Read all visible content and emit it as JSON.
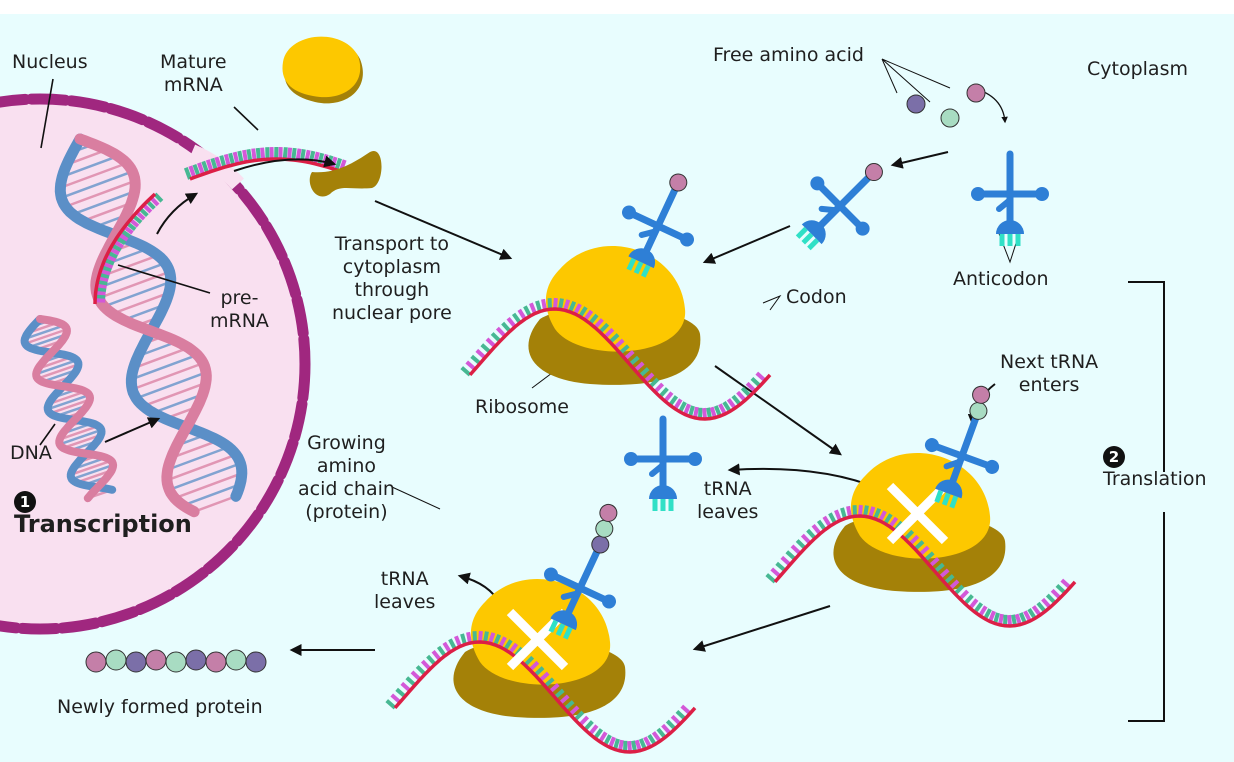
{
  "title": "Protein synthesis: transcription and translation",
  "colors": {
    "background": "#e8fdfe",
    "nucleus_fill": "#f9e0f0",
    "nuclear_envelope": "#a0277f",
    "dna_blue": "#5b8fc7",
    "dna_pink": "#d97ea0",
    "mrna_backbone": "#dc1f46",
    "base_green": "#47b893",
    "base_magenta": "#d358d8",
    "ribosome_large": "#fdc800",
    "ribosome_small": "#a48108",
    "trna": "#2e7fd6",
    "anticodon": "#30e0c6",
    "amino_pink": "#c47fa8",
    "amino_green": "#a8dcc2",
    "amino_purple": "#7b6fa8"
  },
  "labels": {
    "nucleus": "Nucleus",
    "mature_mrna": [
      "Mature",
      "mRNA"
    ],
    "free_amino_acid": "Free amino acid",
    "cytoplasm": "Cytoplasm",
    "transport": [
      "Transport to",
      "cytoplasm",
      "through",
      "nuclear pore"
    ],
    "codon": "Codon",
    "anticodon": "Anticodon",
    "pre_mrna": [
      "pre-",
      "mRNA"
    ],
    "ribosome": "Ribosome",
    "next_trna": [
      "Next tRNA",
      "enters"
    ],
    "dna": "DNA",
    "growing_chain": [
      "Growing",
      "amino",
      "acid chain",
      "(protein)"
    ],
    "trna_leaves_1": [
      "tRNA",
      "leaves"
    ],
    "trna_leaves_2": [
      "tRNA",
      "leaves"
    ],
    "newly_formed_protein": "Newly formed protein"
  },
  "steps": [
    {
      "number": "1",
      "label": "Transcription"
    },
    {
      "number": "2",
      "label": "Translation"
    }
  ],
  "protein_chain": [
    "pink",
    "green",
    "purple",
    "pink",
    "green",
    "purple",
    "pink",
    "green",
    "purple"
  ],
  "growing_chain": [
    "pink",
    "green",
    "purple"
  ],
  "free_amino_acids": [
    "purple",
    "green",
    "pink"
  ]
}
